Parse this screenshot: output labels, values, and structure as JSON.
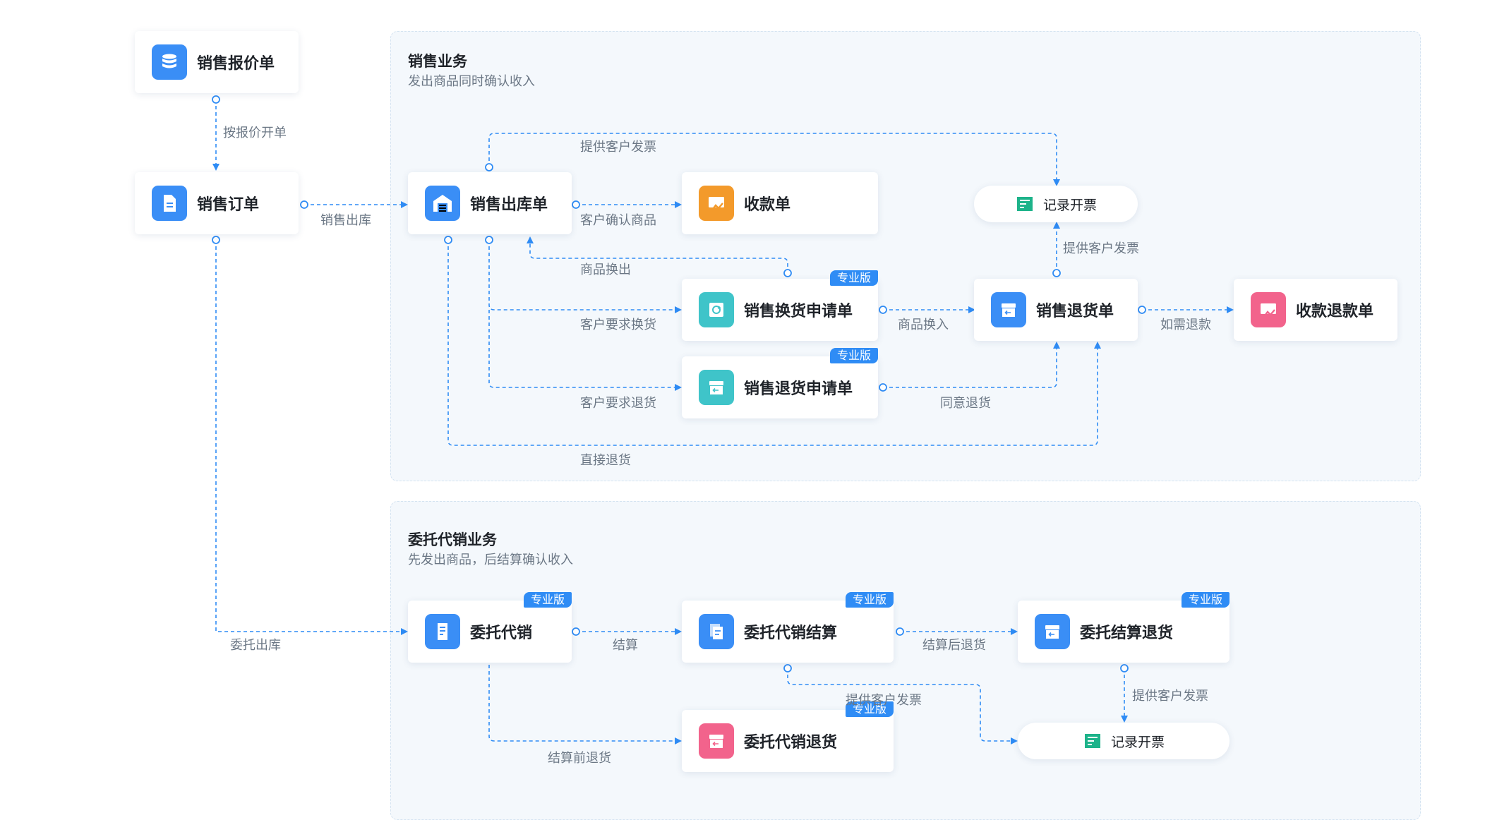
{
  "sections": [
    {
      "title": "销售业务",
      "subtitle": "发出商品同时确认收入"
    },
    {
      "title": "委托代销业务",
      "subtitle": "先发出商品，后结算确认收入"
    }
  ],
  "pro_badge": "专业版",
  "nodes": {
    "quote": "销售报价单",
    "order": "销售订单",
    "outbound": "销售出库单",
    "receipt": "收款单",
    "invoice_sales": "记录开票",
    "exchange_request": "销售换货申请单",
    "return_order": "销售退货单",
    "refund": "收款退款单",
    "return_request": "销售退货申请单",
    "consign": "委托代销",
    "consign_settle": "委托代销结算",
    "consign_settle_return": "委托结算退货",
    "consign_return": "委托代销退货",
    "invoice_consign": "记录开票"
  },
  "edges": {
    "by_quote": "按报价开单",
    "sales_out": "销售出库",
    "consign_out": "委托出库",
    "customer_confirm": "客户确认商品",
    "provide_invoice_top": "提供客户发票",
    "goods_swap_out": "商品换出",
    "req_exchange": "客户要求换货",
    "req_return": "客户要求退货",
    "direct_return": "直接退货",
    "goods_swap_in": "商品换入",
    "agree_return": "同意退货",
    "provide_invoice_mid": "提供客户发票",
    "refund_if_needed": "如需退款",
    "settle": "结算",
    "return_after_settle": "结算后退货",
    "provide_invoice_consign": "提供客户发票",
    "provide_invoice_consign2": "提供客户发票",
    "return_before_settle": "结算前退货"
  },
  "colors": {
    "line": "#2f8cf5",
    "blue": "#3a8ef6",
    "orange": "#f39a2b",
    "teal": "#3fc4c9",
    "pink": "#f2638c",
    "green": "#1db38a"
  }
}
